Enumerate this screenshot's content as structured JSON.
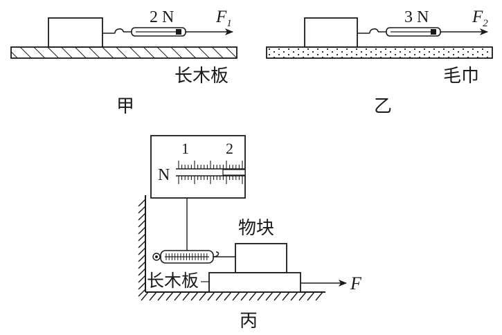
{
  "panel_a": {
    "caption": "甲",
    "surface_label": "长木板",
    "force_reading": "2 N",
    "force_symbol": "F",
    "force_subscript": "1"
  },
  "panel_b": {
    "caption": "乙",
    "surface_label": "毛巾",
    "force_reading": "3 N",
    "force_symbol": "F",
    "force_subscript": "2"
  },
  "panel_c": {
    "caption": "丙",
    "board_label": "长木板",
    "block_label": "物块",
    "force_symbol": "F",
    "gauge": {
      "unit": "N",
      "tick_label_1": "1",
      "tick_label_2": "2"
    }
  },
  "colors": {
    "ink": "#1a1a1a",
    "background": "#ffffff"
  }
}
